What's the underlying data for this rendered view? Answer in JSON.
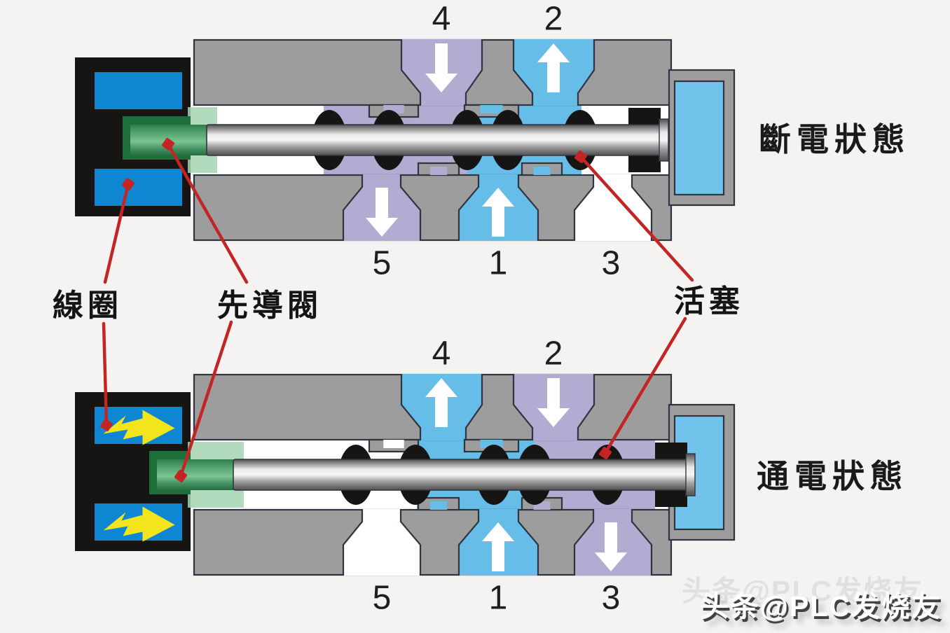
{
  "background": "#f4f3f1",
  "colors": {
    "body_gray": "#9d9d9d",
    "outline": "#2e3440",
    "purple": "#b3abd1",
    "blue": "#66bde8",
    "chamber_blue": "#72c3ec",
    "coil_blue": "#0f86d2",
    "black": "#171513",
    "green_dark": "#1e6e3c",
    "green_pale": "rgba(165,212,176,0.85)",
    "red": "#c32525",
    "yellow": "#f2e51c",
    "white": "#ffffff",
    "text": "#1a1a1a"
  },
  "port_numbers": {
    "top": [
      "4",
      "2"
    ],
    "bottom": [
      "5",
      "1",
      "3"
    ]
  },
  "diagrams": [
    {
      "id": "de-energized",
      "state_label": "斷電狀態",
      "coil_energized": false,
      "spool_shift": 0,
      "seals": [
        470,
        555,
        667,
        725,
        828
      ],
      "bore_segments": [
        {
          "from": 462,
          "to": 667,
          "color": "purple"
        },
        {
          "from": 667,
          "to": 830,
          "color": "blue"
        }
      ],
      "ports": {
        "4": {
          "position": "top",
          "color": "purple",
          "flow": "down"
        },
        "2": {
          "position": "top",
          "color": "blue",
          "flow": "up"
        },
        "5": {
          "position": "bottom",
          "color": "purple",
          "flow": "down"
        },
        "1": {
          "position": "bottom",
          "color": "blue",
          "flow": "up"
        },
        "3": {
          "position": "bottom",
          "color": "white",
          "flow": "none"
        }
      }
    },
    {
      "id": "energized",
      "state_label": "通電狀態",
      "coil_energized": true,
      "spool_shift": 38,
      "seals": [
        508,
        593,
        705,
        763,
        867
      ],
      "bore_segments": [
        {
          "from": 595,
          "to": 763,
          "color": "blue"
        },
        {
          "from": 763,
          "to": 935,
          "color": "purple"
        }
      ],
      "ports": {
        "4": {
          "position": "top",
          "color": "blue",
          "flow": "up"
        },
        "2": {
          "position": "top",
          "color": "purple",
          "flow": "down"
        },
        "5": {
          "position": "bottom",
          "color": "white",
          "flow": "none"
        },
        "1": {
          "position": "bottom",
          "color": "blue",
          "flow": "up"
        },
        "3": {
          "position": "bottom",
          "color": "purple",
          "flow": "down"
        }
      }
    }
  ],
  "annotations": [
    {
      "id": "coil",
      "label": "線圈",
      "lines": [
        [
          150,
          403,
          183,
          263
        ],
        [
          148,
          462,
          152,
          607
        ]
      ]
    },
    {
      "id": "pilot",
      "label": "先導閥",
      "lines": [
        [
          352,
          403,
          240,
          206
        ],
        [
          330,
          460,
          258,
          680
        ]
      ]
    },
    {
      "id": "piston",
      "label": "活塞",
      "lines": [
        [
          988,
          400,
          829,
          224
        ],
        [
          978,
          455,
          864,
          647
        ]
      ]
    }
  ],
  "watermark": {
    "text": "头条@PLC发烧友"
  }
}
